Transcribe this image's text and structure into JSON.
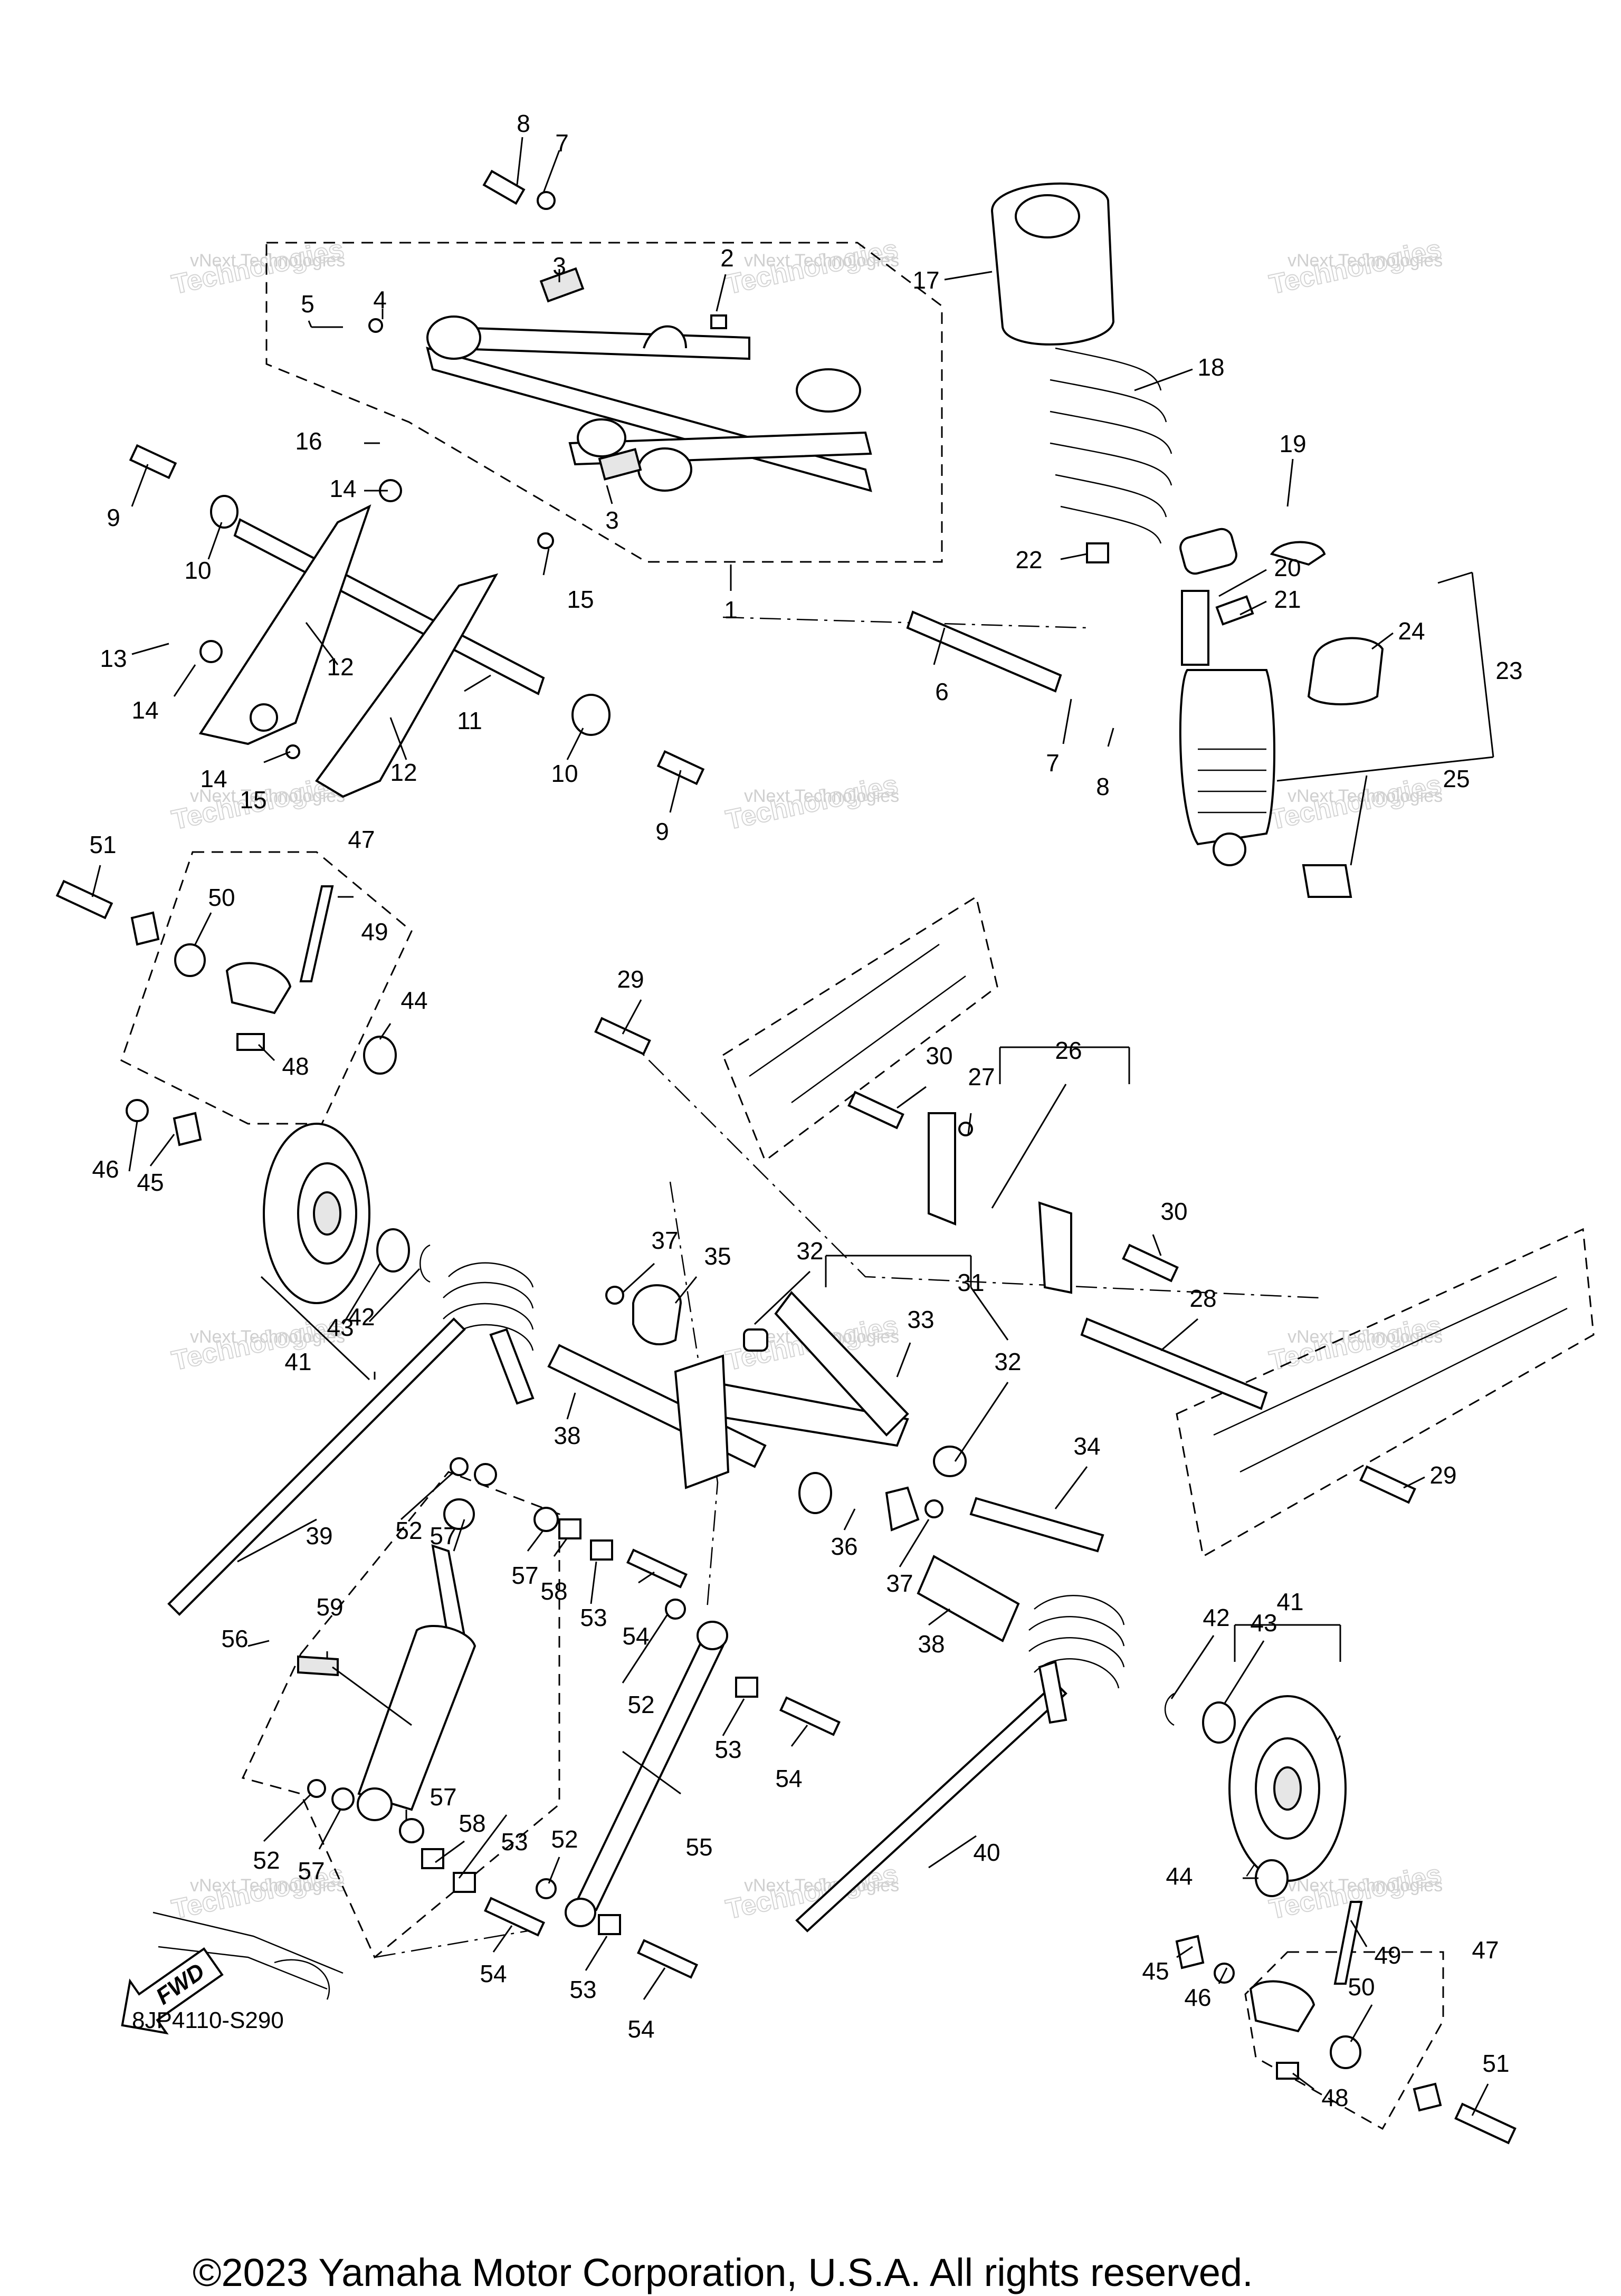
{
  "diagram_code": "8JP4110-S290",
  "copyright": "©2023 Yamaha Motor Corporation, U.S.A. All rights reserved.",
  "watermark": {
    "line1": "vNext Technologies",
    "line2": "Technologies",
    "top": "vNext"
  },
  "fwd_label": "FWD",
  "callouts": [
    "1",
    "2",
    "3",
    "3",
    "4",
    "5",
    "6",
    "7",
    "7",
    "8",
    "8",
    "9",
    "9",
    "10",
    "10",
    "11",
    "12",
    "12",
    "13",
    "14",
    "14",
    "14",
    "15",
    "15",
    "16",
    "17",
    "18",
    "19",
    "20",
    "21",
    "22",
    "23",
    "24",
    "25",
    "26",
    "27",
    "28",
    "29",
    "29",
    "30",
    "30",
    "31",
    "32",
    "32",
    "33",
    "34",
    "35",
    "36",
    "37",
    "37",
    "38",
    "38",
    "39",
    "40",
    "41",
    "41",
    "42",
    "42",
    "43",
    "43",
    "44",
    "44",
    "45",
    "45",
    "46",
    "46",
    "47",
    "47",
    "48",
    "48",
    "49",
    "49",
    "50",
    "50",
    "51",
    "51",
    "52",
    "52",
    "52",
    "52",
    "53",
    "53",
    "53",
    "53",
    "54",
    "54",
    "54",
    "54",
    "55",
    "56",
    "57",
    "57",
    "57",
    "57",
    "58",
    "58",
    "59"
  ]
}
